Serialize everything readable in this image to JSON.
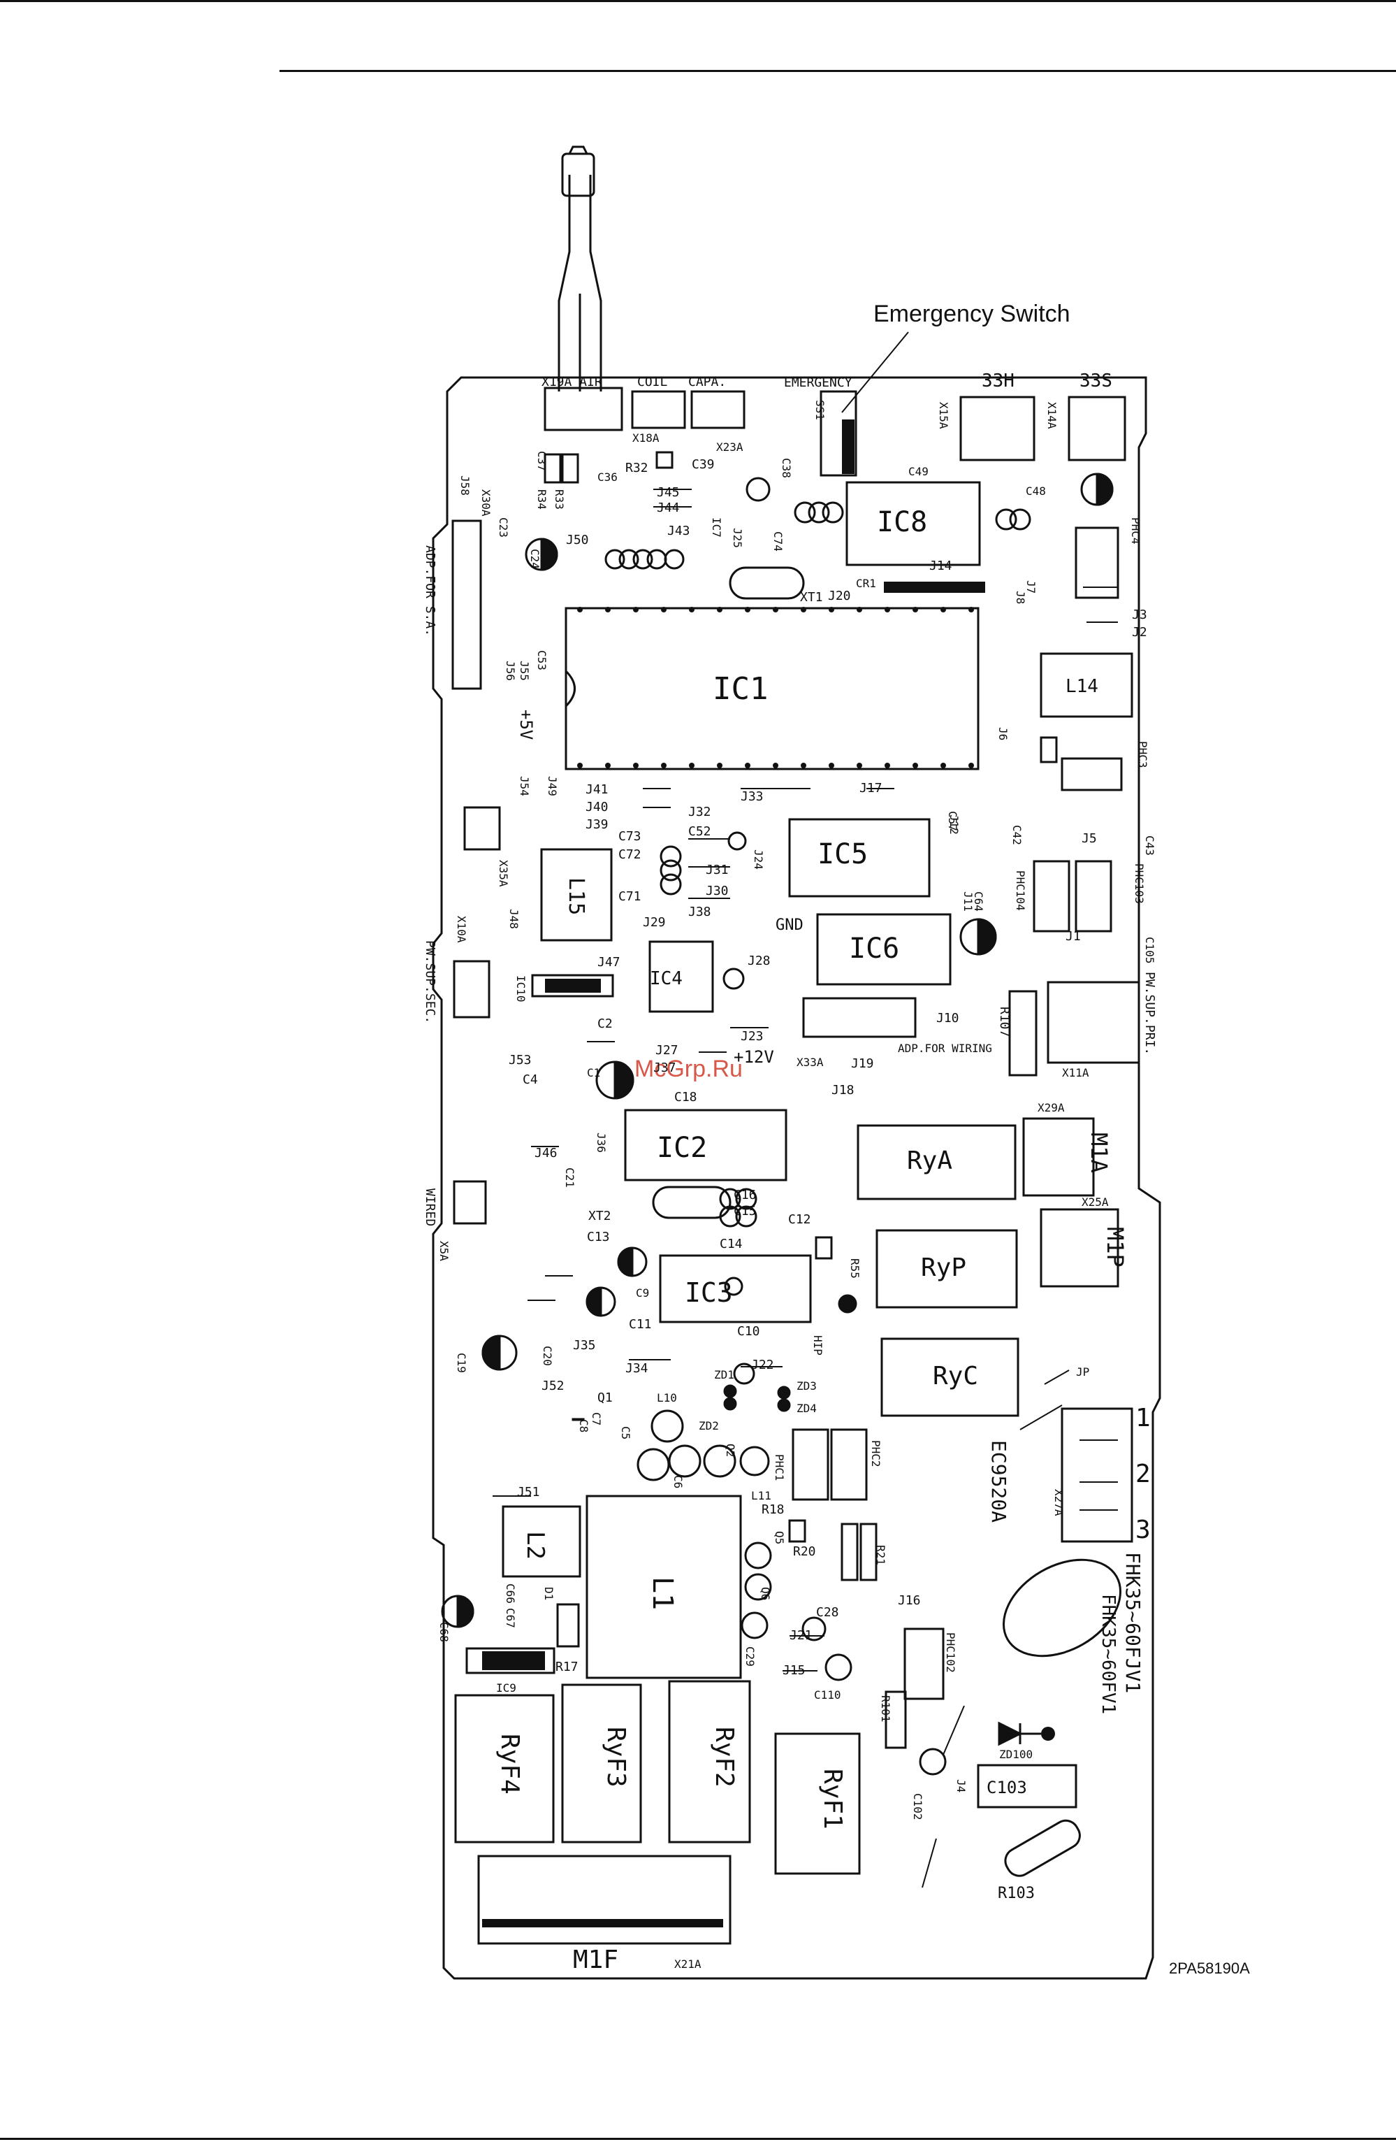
{
  "callout": {
    "label": "Emergency Switch"
  },
  "doc_number": "2PA58190A",
  "watermark": "McGrp.Ru",
  "chips": [
    "IC1",
    "IC2",
    "IC3",
    "IC4",
    "IC5",
    "IC6",
    "IC8"
  ],
  "relays": [
    "RyA",
    "RyP",
    "RyC",
    "RyF1",
    "RyF2",
    "RyF3",
    "RyF4"
  ],
  "coils": [
    "L1",
    "L2",
    "L14",
    "L15"
  ],
  "connectors": {
    "x19a": "X19A AIR",
    "coil": "COIL",
    "capa": "CAPA.",
    "emergency": "EMERGENCY",
    "h33": "33H",
    "s33": "33S",
    "x15a": "X15A",
    "x14a": "X14A",
    "x18a": "X18A",
    "x23a": "X23A",
    "adp_sa": "ADP.FOR S.A.",
    "x30a": "X30A",
    "x35a": "X35A",
    "x10a": "X10A",
    "pw_sec": "PW.SUP.SEC.",
    "wired": "WIRED",
    "x5a": "X5A",
    "x11a": "X11A",
    "pw_pri": "PW.SUP.PRI.",
    "x29a": "X29A",
    "m1a": "M1A",
    "x25a": "X25A",
    "m1p": "M1P",
    "x27a": "X27A",
    "m1f": "M1F",
    "x21a": "X21A",
    "x33a": "X33A",
    "adp_wiring": "ADP.FOR WIRING",
    "v5": "+5V",
    "v12": "+12V",
    "gnd": "GND"
  },
  "model_text": [
    "FHK35~60FJV1",
    "FHK35~60FV1"
  ],
  "ec_text": "EC9520A",
  "terminals": [
    "1",
    "2",
    "3"
  ],
  "parts": {
    "c103": "C103",
    "r103": "R103",
    "zd100": "ZD100",
    "r107": "R107",
    "ic10": "IC10",
    "ic9": "IC9",
    "ss1": "SS1",
    "phc4": "PHC4",
    "phc3": "PHC3",
    "r32": "R32",
    "r33": "R33",
    "r34": "R34",
    "r55": "R55",
    "xt1": "XT1",
    "xt2": "XT2",
    "c36": "C36",
    "c37": "C37",
    "c38": "C38",
    "c39": "C39",
    "c49": "C49",
    "c48": "C48",
    "c23": "C23",
    "c24": "C24",
    "c53": "C53",
    "c57": "C57",
    "c42": "C42",
    "c73": "C73",
    "c72": "C72",
    "c71": "C71",
    "c52": "C52",
    "c64": "C64",
    "c2": "C2",
    "c1": "C1",
    "c4": "C4",
    "c18": "C18",
    "c21": "C21",
    "c16": "C16",
    "c15": "C15",
    "c13": "C13",
    "c12": "C12",
    "c14": "C14",
    "c9": "C9",
    "c11": "C11",
    "c10": "C10",
    "c19": "C19",
    "c20": "C20",
    "c7": "C7",
    "c8": "C8",
    "c5": "C5",
    "c6": "C6",
    "c66": "C66",
    "c67": "C67",
    "c68": "C68",
    "c28": "C28",
    "c29": "C29",
    "c110": "C110",
    "c102": "C102",
    "q1": "Q1",
    "q2": "Q2",
    "q5": "Q5",
    "q6": "Q6",
    "zd1": "ZD1",
    "zd2": "ZD2",
    "zd3": "ZD3",
    "zd4": "ZD4",
    "l10": "L10",
    "l11": "L11",
    "r18": "R18",
    "r20": "R20",
    "r21": "R21",
    "d1": "D1",
    "r17": "R17",
    "r101": "R101",
    "phc1": "PHC1",
    "phc2": "PHC2",
    "phc102": "PHC102",
    "phc103": "PHC103",
    "phc104": "PHC104",
    "c43": "C43",
    "c105": "C105",
    "j14": "J14",
    "j20": "J20",
    "cr1": "CR1",
    "j1": "J1",
    "j5": "J5",
    "j10": "J10",
    "j17": "J17",
    "j33": "J33",
    "j41": "J41",
    "j40": "J40",
    "j39": "J39",
    "j32": "J32",
    "j31": "J31",
    "j30": "J30",
    "j24": "J24",
    "j38": "J38",
    "j29": "J29",
    "j28": "J28",
    "j23": "J23",
    "j27": "J27",
    "j37": "J37",
    "j19": "J19",
    "j18": "J18",
    "j36": "J36",
    "j46": "J46",
    "j53": "J53",
    "j35": "J35",
    "j34": "J34",
    "j22": "J22",
    "j52": "J52",
    "j51": "J51",
    "j16": "J16",
    "j21": "J21",
    "j15": "J15",
    "j4": "J4",
    "j12": "J12",
    "j11": "J11",
    "j47": "J47",
    "j48": "J48",
    "j49": "J49",
    "j54": "J54",
    "j55": "J55",
    "j56": "J56",
    "j58": "J58",
    "j50": "J50",
    "j45": "J45",
    "j44": "J44",
    "j43": "J43",
    "j25": "J25",
    "j8": "J8",
    "j7": "J7",
    "j3": "J3",
    "j2": "J2",
    "j6": "J6",
    "hip": "HIP",
    "jp": "JP",
    "ic7": "IC7",
    "c74": "C74"
  }
}
